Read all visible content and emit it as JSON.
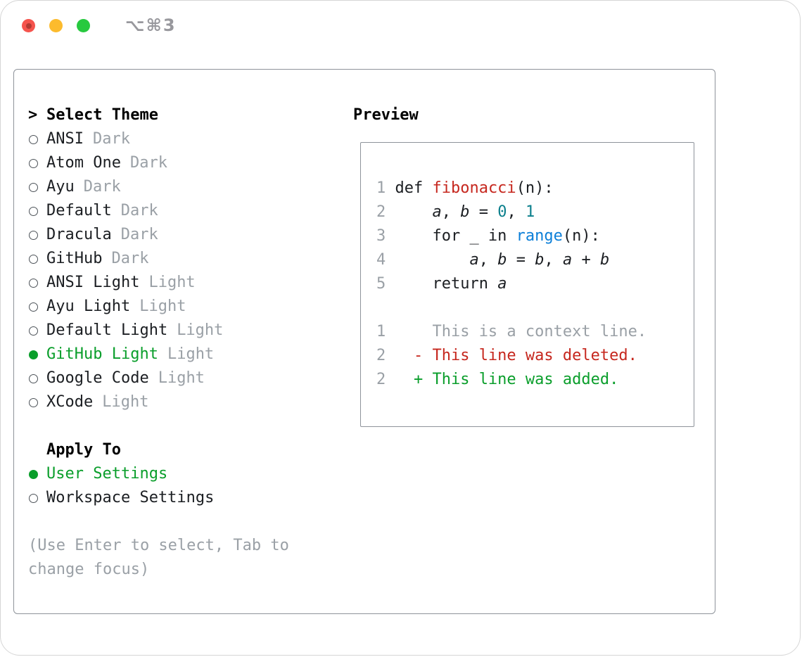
{
  "window": {
    "title": "⌥⌘3"
  },
  "colors": {
    "green": "#0a9e2b",
    "red": "#c6271e",
    "blue": "#0c7fd8",
    "teal": "#0b7f8c",
    "gray": "#9aa0a6"
  },
  "theme_select": {
    "prompt": ">",
    "title": "Select Theme",
    "items": [
      {
        "name": "ANSI",
        "variant": "Dark",
        "selected": false
      },
      {
        "name": "Atom One",
        "variant": "Dark",
        "selected": false
      },
      {
        "name": "Ayu",
        "variant": "Dark",
        "selected": false
      },
      {
        "name": "Default",
        "variant": "Dark",
        "selected": false
      },
      {
        "name": "Dracula",
        "variant": "Dark",
        "selected": false
      },
      {
        "name": "GitHub",
        "variant": "Dark",
        "selected": false
      },
      {
        "name": "ANSI Light",
        "variant": "Light",
        "selected": false
      },
      {
        "name": "Ayu Light",
        "variant": "Light",
        "selected": false
      },
      {
        "name": "Default Light",
        "variant": "Light",
        "selected": false
      },
      {
        "name": "GitHub Light",
        "variant": "Light",
        "selected": true
      },
      {
        "name": "Google Code",
        "variant": "Light",
        "selected": false
      },
      {
        "name": "XCode",
        "variant": "Light",
        "selected": false
      }
    ]
  },
  "apply_to": {
    "title": "Apply To",
    "items": [
      {
        "label": "User Settings",
        "selected": true
      },
      {
        "label": "Workspace Settings",
        "selected": false
      }
    ]
  },
  "hint": "(Use Enter to select, Tab to change focus)",
  "preview": {
    "title": "Preview",
    "lines": [
      {
        "num": "1",
        "tokens": [
          [
            "plain",
            "def "
          ],
          [
            "red",
            "fibonacci"
          ],
          [
            "plain",
            "(n):"
          ]
        ]
      },
      {
        "num": "2",
        "tokens": [
          [
            "plain",
            "    "
          ],
          [
            "ital",
            "a"
          ],
          [
            "plain",
            ", "
          ],
          [
            "ital",
            "b"
          ],
          [
            "plain",
            " = "
          ],
          [
            "teal",
            "0"
          ],
          [
            "plain",
            ", "
          ],
          [
            "teal",
            "1"
          ]
        ]
      },
      {
        "num": "3",
        "tokens": [
          [
            "plain",
            "    for _ in "
          ],
          [
            "blue",
            "range"
          ],
          [
            "plain",
            "(n):"
          ]
        ]
      },
      {
        "num": "4",
        "tokens": [
          [
            "plain",
            "        "
          ],
          [
            "ital",
            "a"
          ],
          [
            "plain",
            ", "
          ],
          [
            "ital",
            "b"
          ],
          [
            "plain",
            " = "
          ],
          [
            "ital",
            "b"
          ],
          [
            "plain",
            ", "
          ],
          [
            "ital",
            "a"
          ],
          [
            "plain",
            " + "
          ],
          [
            "ital",
            "b"
          ]
        ]
      },
      {
        "num": "5",
        "tokens": [
          [
            "plain",
            "    return "
          ],
          [
            "ital",
            "a"
          ]
        ]
      },
      {
        "num": "",
        "tokens": []
      },
      {
        "num": "1",
        "tokens": [
          [
            "gray",
            "    This is a context line."
          ]
        ]
      },
      {
        "num": "2",
        "tokens": [
          [
            "red",
            "  - This line was deleted."
          ]
        ]
      },
      {
        "num": "2",
        "tokens": [
          [
            "green",
            "  + This line was added."
          ]
        ]
      }
    ]
  }
}
